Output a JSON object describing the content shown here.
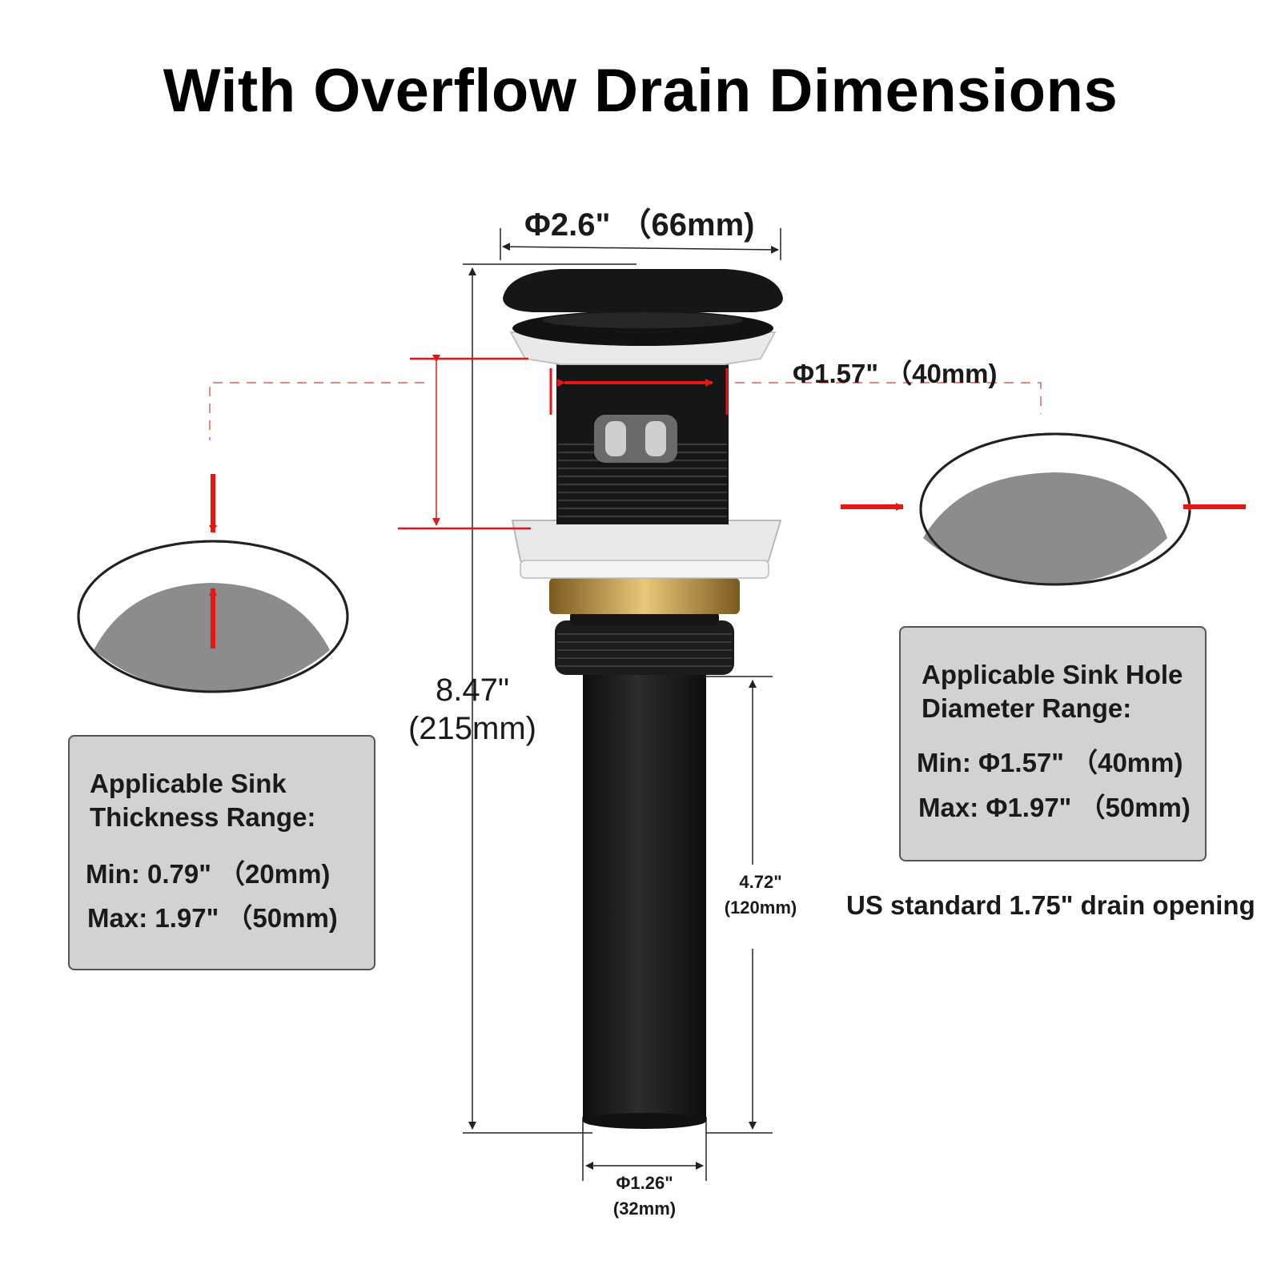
{
  "title": "With Overflow Drain Dimensions",
  "dimensions": {
    "cap_diameter": "Φ2.6\" （66mm)",
    "body_diameter": "Φ1.57\" （40mm)",
    "total_height_in": "8.47\"",
    "total_height_mm": "(215mm)",
    "tail_length_in": "4.72\"",
    "tail_length_mm": "(120mm)",
    "tail_diameter_in": "Φ1.26\"",
    "tail_diameter_mm": "(32mm)"
  },
  "thickness_box": {
    "heading_line1": "Applicable Sink",
    "heading_line2": "Thickness Range:",
    "min": "Min: 0.79\" （20mm)",
    "max": "Max: 1.97\" （50mm)"
  },
  "hole_box": {
    "heading_line1": "Applicable Sink Hole",
    "heading_line2": "Diameter Range:",
    "min": "Min: Φ1.57\" （40mm)",
    "max": "Max: Φ1.97\" （50mm)"
  },
  "note": "US standard 1.75\" drain opening",
  "colors": {
    "accent_red": "#e81515",
    "drain_black": "#1a1a1a",
    "brass": "#c9a24a",
    "box_gray": "#d2d2d2",
    "sink_gray": "#8c8c8c"
  }
}
